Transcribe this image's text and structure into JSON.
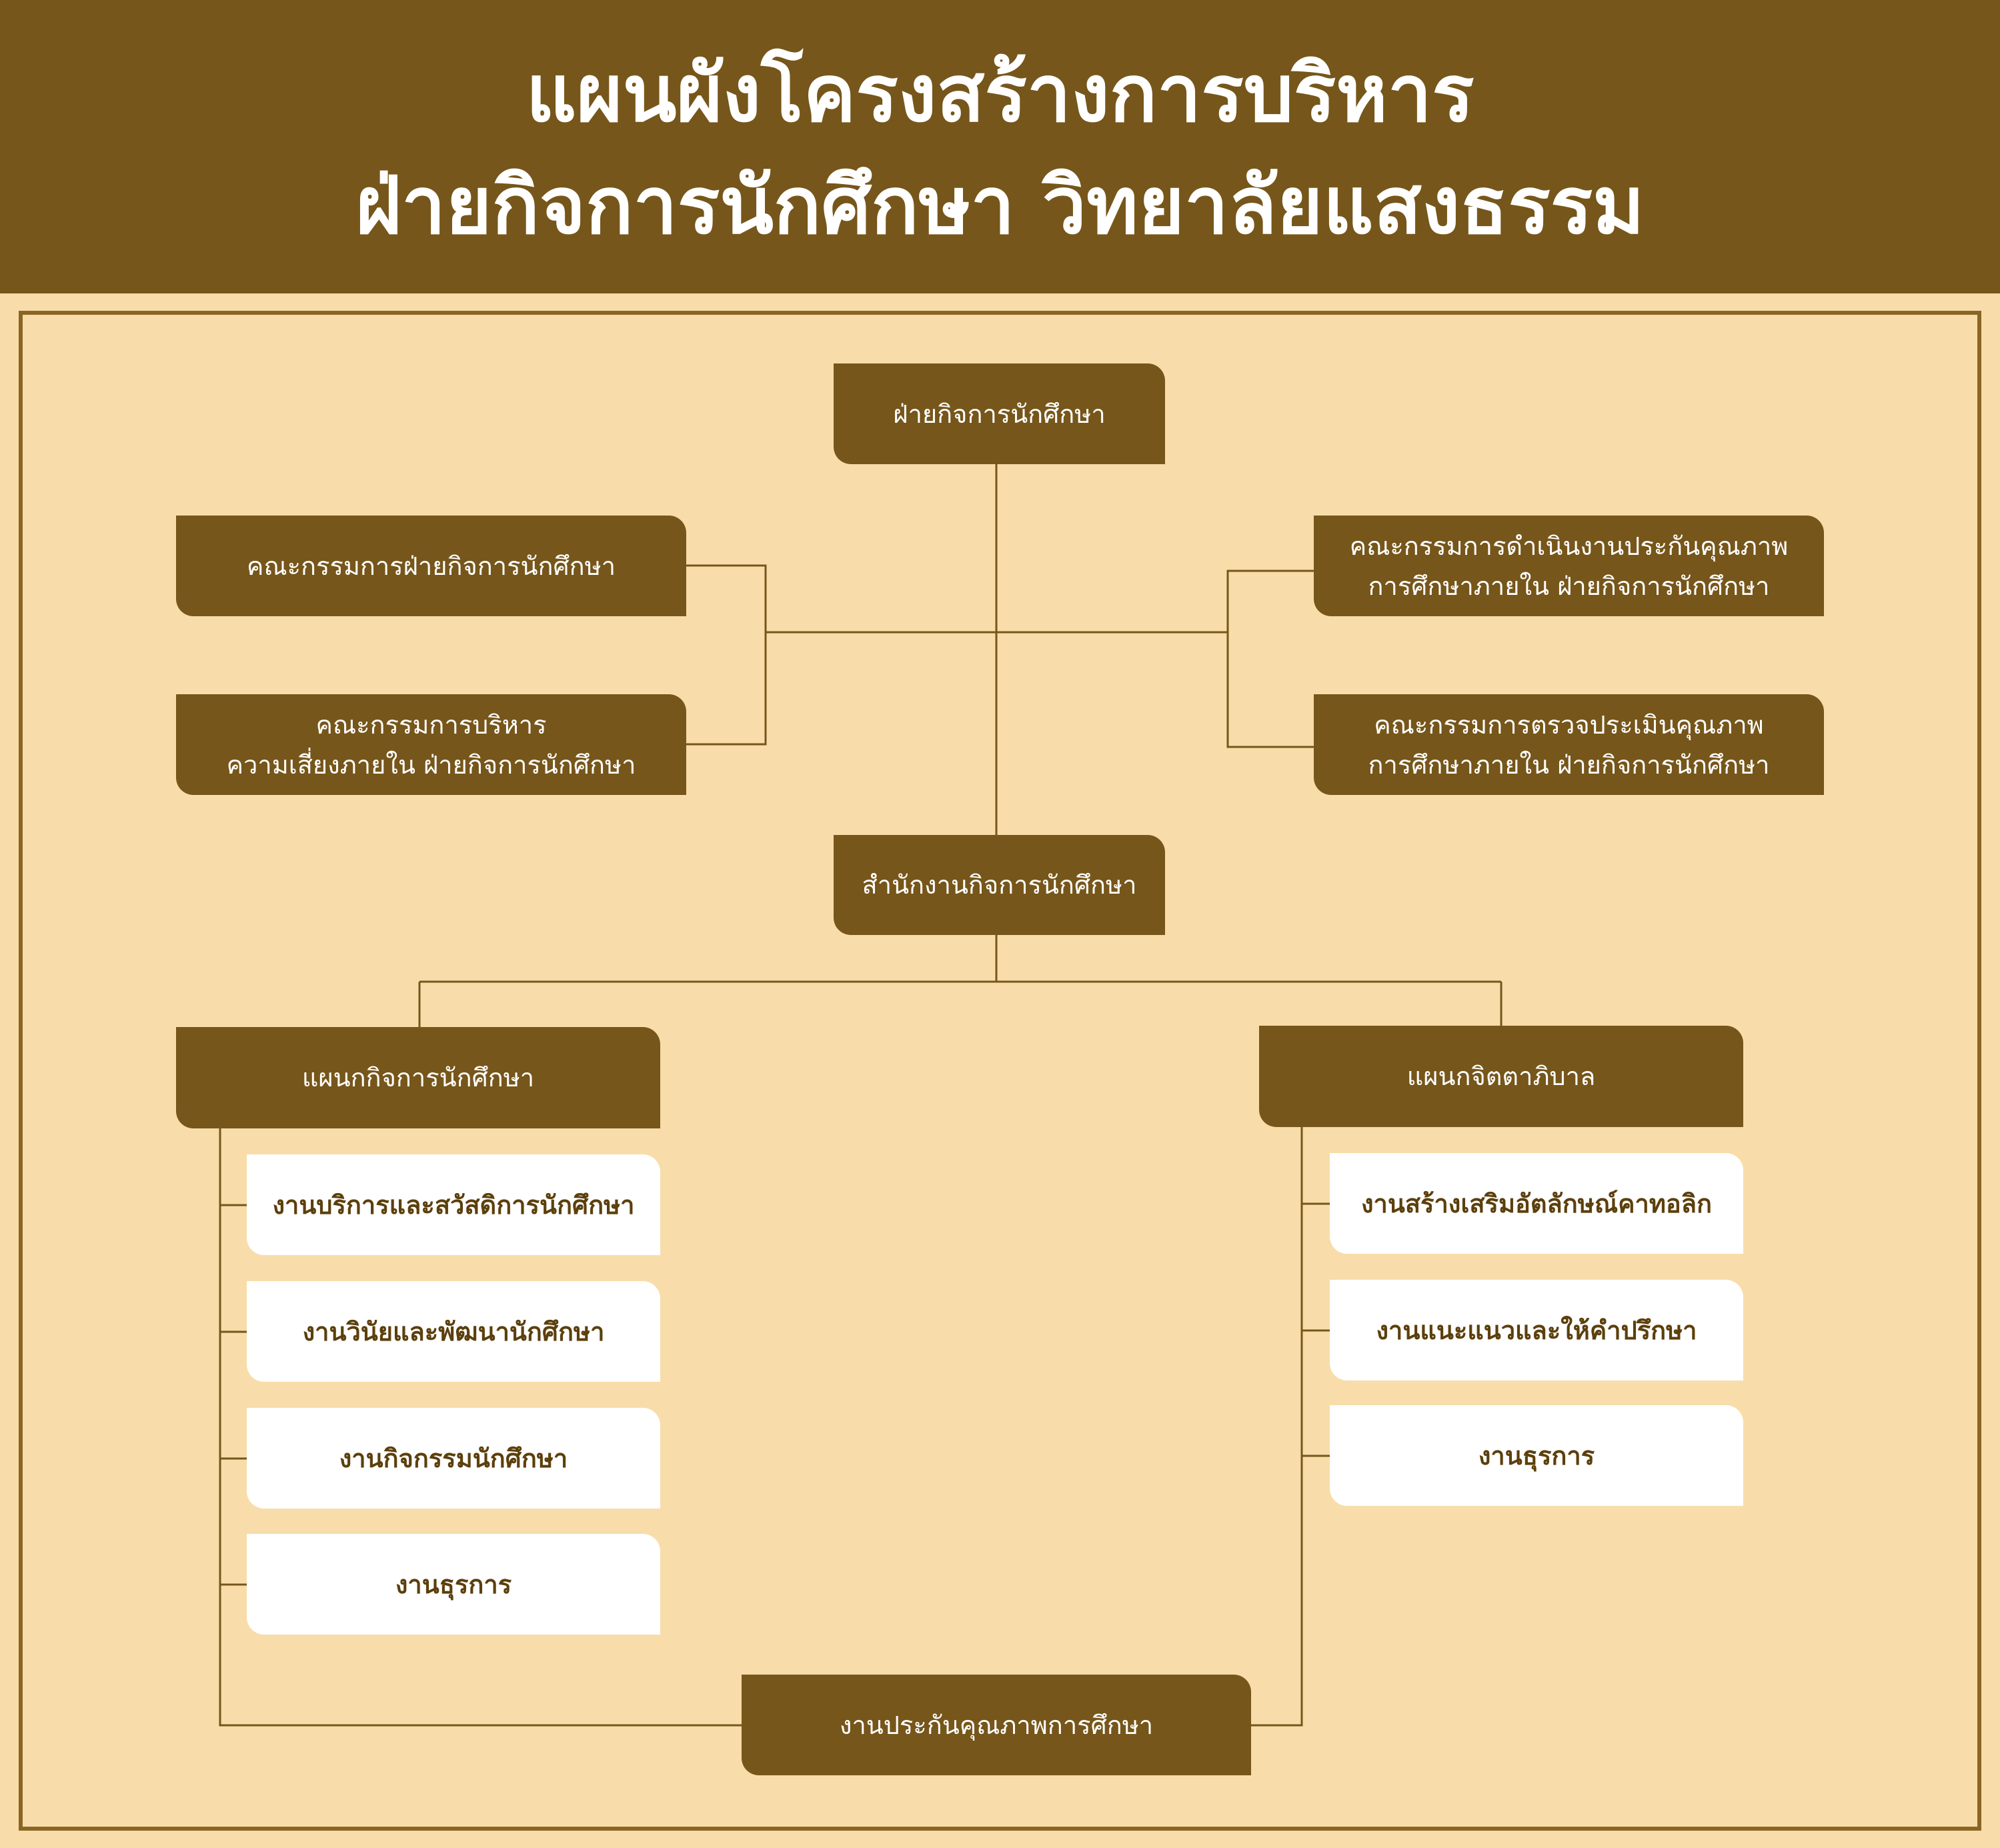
{
  "header": {
    "title_line1": "แผนผังโครงสร้างการบริหาร",
    "title_line2": "ฝ่ายกิจการนักศึกษา วิทยาลัยแสงธรรม"
  },
  "nodes": {
    "root": "ฝ่ายกิจการนักศึกษา",
    "committee_affairs": "คณะกรรมการฝ่ายกิจการนักศึกษา",
    "committee_risk": [
      "คณะกรรมการบริหาร",
      "ความเสี่ยงภายใน ฝ่ายกิจการนักศึกษา"
    ],
    "committee_qa_operation": [
      "คณะกรรมการดำเนินงานประกันคุณภาพ",
      "การศึกษาภายใน ฝ่ายกิจการนักศึกษา"
    ],
    "committee_qa_assessment": [
      "คณะกรรมการตรวจประเมินคุณภาพ",
      "การศึกษาภายใน ฝ่ายกิจการนักศึกษา"
    ],
    "office": "สำนักงานกิจการนักศึกษา",
    "dept_student_affairs": "แผนกกิจการนักศึกษา",
    "dept_pastoral": "แผนกจิตตาภิบาล",
    "student_affairs_units": [
      "งานบริการและสวัสดิการนักศึกษา",
      "งานวินัยและพัฒนานักศึกษา",
      "งานกิจกรรมนักศึกษา",
      "งานธุรการ"
    ],
    "pastoral_units": [
      "งานสร้างเสริมอัตลักษณ์คาทอลิก",
      "งานแนะแนวและให้คำปรึกษา",
      "งานธุรการ"
    ],
    "quality_assurance": "งานประกันคุณภาพการศึกษา"
  },
  "colors": {
    "header_bg": "#76561a",
    "node_dark": "#76561a",
    "node_light": "#ffffff",
    "page_bg": "#f8ddaa",
    "connector": "#76561a"
  }
}
